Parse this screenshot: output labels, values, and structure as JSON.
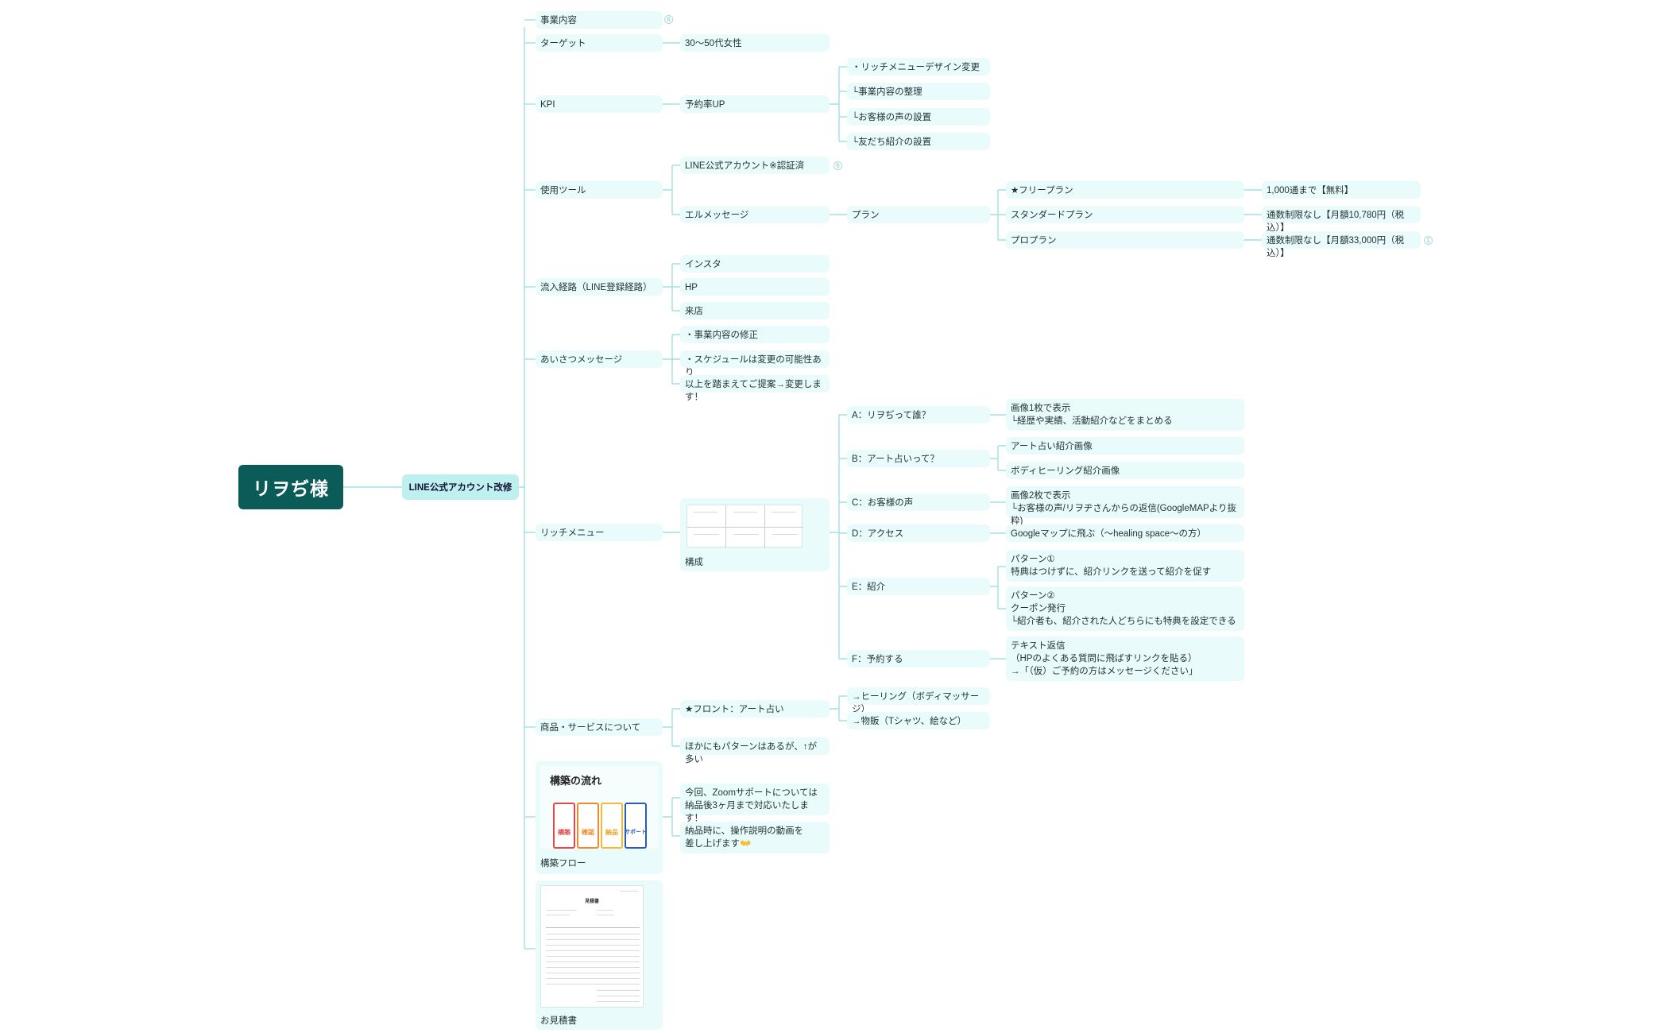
{
  "root": {
    "label": "リヲぢ様"
  },
  "main": {
    "label": "LINE公式アカウント改修"
  },
  "branches": {
    "jigyo": "事業内容",
    "target": "ターゲット",
    "target_val": "30〜50代女性",
    "kpi": "KPI",
    "kpi_val": "予約率UP",
    "kpi_items": [
      "・リッチメニューデザイン変更",
      "└事業内容の整理",
      "└お客様の声の設置",
      "└友だち紹介の設置"
    ],
    "tools": "使用ツール",
    "tool_line": "LINE公式アカウント※認証済",
    "tool_l": "エルメッセージ",
    "plan": "プラン",
    "plans": [
      "★フリープラン",
      "スタンダードプラン",
      "プロプラン"
    ],
    "plan_details": [
      "1,000通まで【無料】",
      "通数制限なし【月額10,780円（税込）】",
      "通数制限なし【月額33,000円（税込）】"
    ],
    "inflow": "流入経路（LINE登録経路）",
    "inflow_items": [
      "インスタ",
      "HP",
      "来店"
    ],
    "greet": "あいさつメッセージ",
    "greet_items": [
      "・事業内容の修正",
      "・スケジュールは変更の可能性あり",
      "以上を踏まえてご提案→変更します！"
    ],
    "rich": "リッチメニュー",
    "rich_caption": "構成",
    "rich_items": [
      "A：リヲぢって誰？",
      "B：アート占いって？",
      "C：お客様の声",
      "D：アクセス",
      "E：紹介",
      "F：予約する"
    ],
    "rich_A": "画像1枚で表示\n└経歴や実績、活動紹介などをまとめる",
    "rich_B1": "アート占い紹介画像",
    "rich_B2": "ボディヒーリング紹介画像",
    "rich_C": "画像2枚で表示\n└お客様の声/リヲヂさんからの返信(GoogleMAPより抜粋)",
    "rich_D": "Googleマップに飛ぶ（〜healing space〜の方）",
    "rich_E1": "パターン①\n特典はつけずに、紹介リンクを送って紹介を促す",
    "rich_E2": "パターン②\nクーポン発行\n└紹介者も、紹介された人どちらにも特典を設定できる",
    "rich_F": "テキスト返信\n（HPのよくある質問に飛ばすリンクを貼る）\n→「（仮）ご予約の方はメッセージください」",
    "service": "商品・サービスについて",
    "service_front": "★フロント：アート占い",
    "service_other": "ほかにもパターンはあるが、↑が多い",
    "service_sub": [
      "→ヒーリング（ボディマッサージ）",
      "→物販（Tシャツ、絵など）"
    ],
    "flow_caption": "構築フロー",
    "flow_img_title": "構築の流れ",
    "flow_steps": [
      "構築",
      "確認",
      "納品",
      "サポート"
    ],
    "flow_notes": [
      "今回、Zoomサポートについては\n納品後3ヶ月まで対応いたします！",
      "納品時に、操作説明の動画を\n差し上げます👐"
    ],
    "quote_caption": "お見積書",
    "quote_title": "見積書"
  },
  "colors": {
    "root_bg": "#0b5c59",
    "main_bg": "#bff0f0",
    "node_bg": "#eafbfb",
    "edge": "#9fe2e2",
    "flow_steps": [
      "#e24848",
      "#f08a2a",
      "#f5b93a",
      "#2c5bb0"
    ]
  }
}
